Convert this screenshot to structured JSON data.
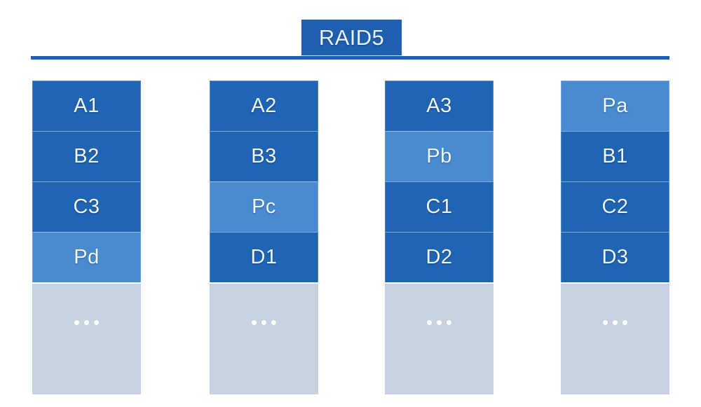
{
  "title": {
    "label": "RAID5"
  },
  "colors": {
    "data_block": "#2064B4",
    "parity_block": "#4A8AD0",
    "empty_block": "#C6D2E2",
    "title_bar": "#1F5FAF",
    "rule": "#1F5FAF",
    "label_text": "#F2F7FC",
    "background": "#FFFFFF"
  },
  "diagram": {
    "type": "raid-layout",
    "stripe_count": 4,
    "disk_count": 4,
    "continuation_symbol": "...",
    "disks": [
      {
        "index": 0,
        "blocks": [
          {
            "label": "A1",
            "kind": "data"
          },
          {
            "label": "B2",
            "kind": "data"
          },
          {
            "label": "C3",
            "kind": "data"
          },
          {
            "label": "Pd",
            "kind": "parity"
          }
        ]
      },
      {
        "index": 1,
        "blocks": [
          {
            "label": "A2",
            "kind": "data"
          },
          {
            "label": "B3",
            "kind": "data"
          },
          {
            "label": "Pc",
            "kind": "parity"
          },
          {
            "label": "D1",
            "kind": "data"
          }
        ]
      },
      {
        "index": 2,
        "blocks": [
          {
            "label": "A3",
            "kind": "data"
          },
          {
            "label": "Pb",
            "kind": "parity"
          },
          {
            "label": "C1",
            "kind": "data"
          },
          {
            "label": "D2",
            "kind": "data"
          }
        ]
      },
      {
        "index": 3,
        "blocks": [
          {
            "label": "Pa",
            "kind": "parity"
          },
          {
            "label": "B1",
            "kind": "data"
          },
          {
            "label": "C2",
            "kind": "data"
          },
          {
            "label": "D3",
            "kind": "data"
          }
        ]
      }
    ]
  }
}
